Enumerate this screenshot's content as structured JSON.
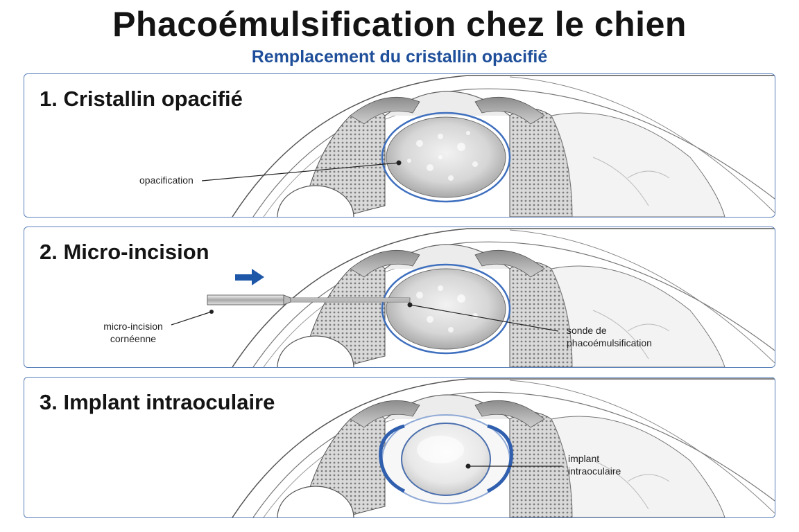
{
  "header": {
    "title": "Phacoémulsification chez le chien",
    "subtitle": "Remplacement du cristallin opacifié"
  },
  "panels": [
    {
      "title": "1. Cristallin opacifié",
      "labels": [
        "opacification"
      ]
    },
    {
      "title": "2. Micro-incision",
      "labels": [
        "micro-incision\ncornéenne",
        "sonde de\nphacoémulsification"
      ]
    },
    {
      "title": "3. Implant intraoculaire",
      "labels": [
        "implant\nintraoculaire"
      ]
    }
  ],
  "colors": {
    "accent": "#1f4f9a",
    "panel_border": "#5a7fb8",
    "arrow": "#1f57a8"
  },
  "icons": [
    "right-arrow-icon"
  ]
}
